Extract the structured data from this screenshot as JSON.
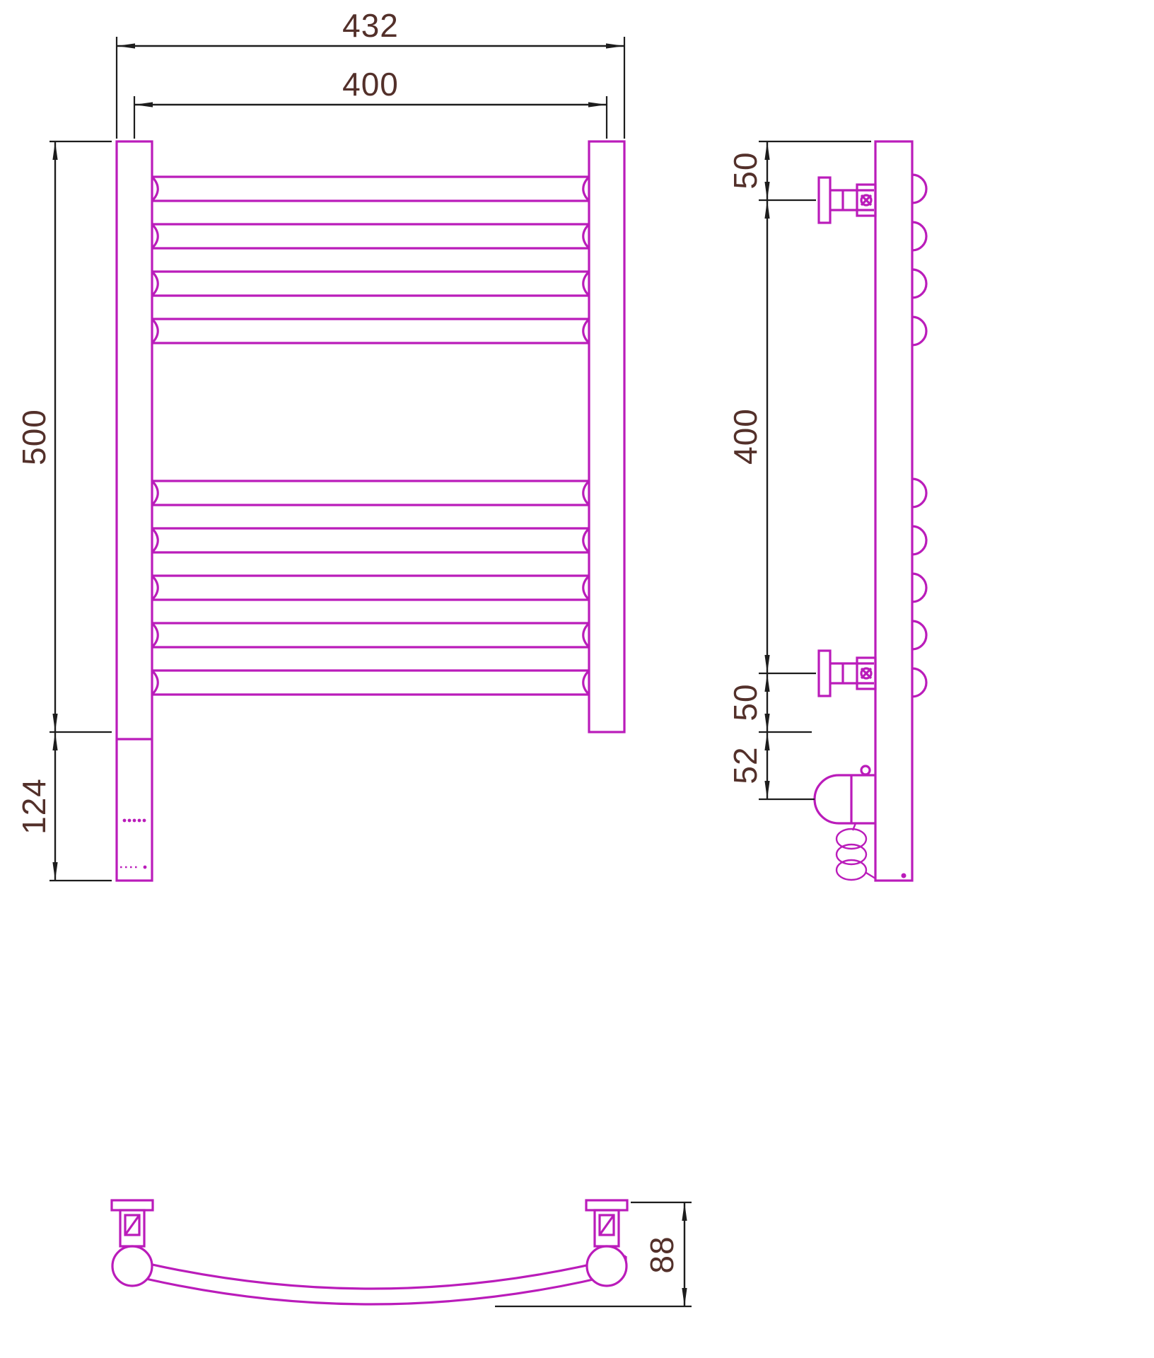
{
  "drawing": {
    "front": {
      "dim_432": "432",
      "dim_400": "400",
      "dim_500": "500",
      "dim_124": "124"
    },
    "side": {
      "dim_top_50": "50",
      "dim_400": "400",
      "dim_bottom_50": "50",
      "dim_52": "52"
    },
    "bottom": {
      "dim_88": "88"
    }
  },
  "colors": {
    "drawing": "#ba1cba",
    "dimension": "#1d1d1d",
    "text": "#53302a",
    "background": "#ffffff"
  }
}
